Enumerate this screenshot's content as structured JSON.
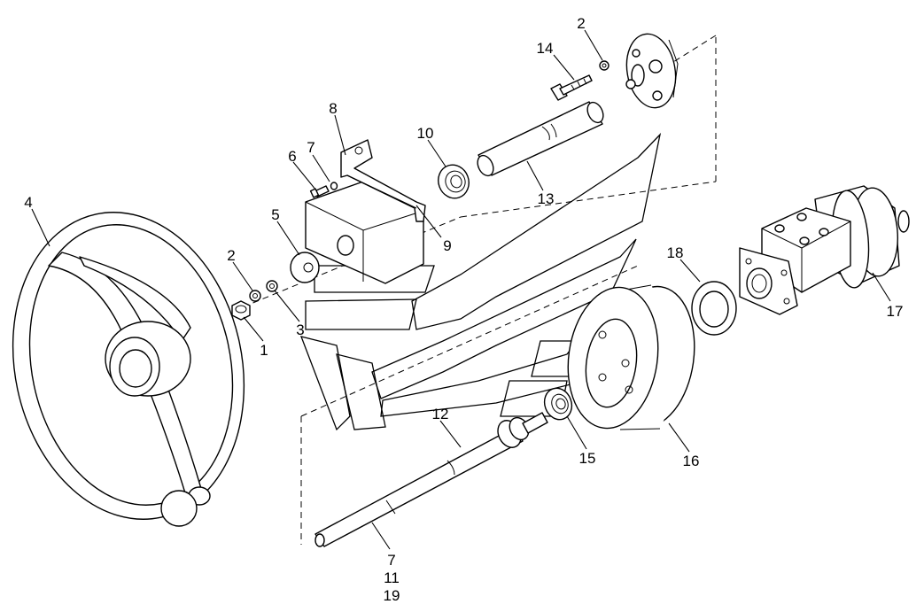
{
  "diagram": {
    "callouts": [
      {
        "id": "c-2-top",
        "text": "2"
      },
      {
        "id": "c-14",
        "text": "14"
      },
      {
        "id": "c-8",
        "text": "8"
      },
      {
        "id": "c-7-top",
        "text": "7"
      },
      {
        "id": "c-6",
        "text": "6"
      },
      {
        "id": "c-10",
        "text": "10"
      },
      {
        "id": "c-13",
        "text": "13"
      },
      {
        "id": "c-5",
        "text": "5"
      },
      {
        "id": "c-9",
        "text": "9"
      },
      {
        "id": "c-4",
        "text": "4"
      },
      {
        "id": "c-2-left",
        "text": "2"
      },
      {
        "id": "c-3",
        "text": "3"
      },
      {
        "id": "c-1",
        "text": "1"
      },
      {
        "id": "c-18",
        "text": "18"
      },
      {
        "id": "c-17",
        "text": "17"
      },
      {
        "id": "c-12",
        "text": "12"
      },
      {
        "id": "c-15",
        "text": "15"
      },
      {
        "id": "c-16",
        "text": "16"
      },
      {
        "id": "c-7-bottom",
        "text": "7"
      },
      {
        "id": "c-11",
        "text": "11"
      },
      {
        "id": "c-19",
        "text": "19"
      }
    ]
  }
}
